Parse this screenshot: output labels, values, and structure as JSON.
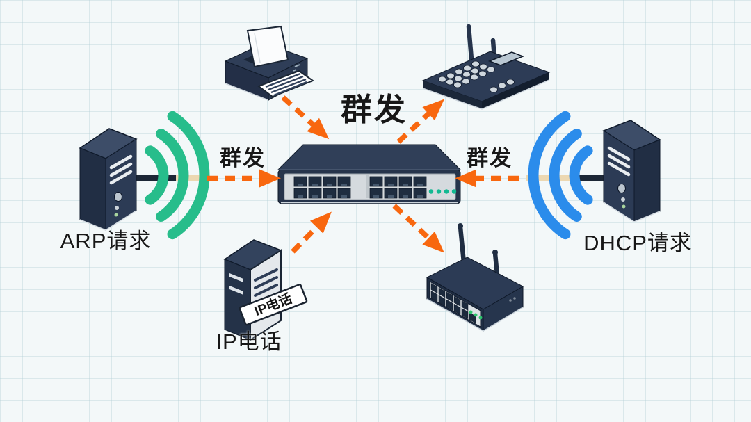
{
  "title": "群发",
  "broadcast_labels": {
    "left": "群发",
    "right": "群发"
  },
  "devices": {
    "printer": {
      "type": "printer"
    },
    "wireless_phone": {
      "type": "wireless-desk-phone"
    },
    "switch": {
      "type": "ethernet-switch-16-port",
      "led_count": 4
    },
    "arp_server": {
      "label": "ARP请求",
      "type": "server-tower",
      "wave": "green"
    },
    "dhcp_server": {
      "label": "DHCP请求",
      "type": "server-tower",
      "wave": "blue"
    },
    "ip_phone": {
      "label": "IP电话",
      "badge": "IP电话",
      "type": "tower"
    },
    "router": {
      "type": "wireless-router",
      "led_count": 3
    }
  },
  "flows": [
    {
      "from": "printer",
      "to": "switch",
      "style": "dashed-orange"
    },
    {
      "from": "switch",
      "to": "wireless_phone",
      "style": "dashed-orange"
    },
    {
      "from": "arp_server",
      "to": "switch",
      "style": "dashed-orange",
      "label": "群发"
    },
    {
      "from": "dhcp_server",
      "to": "switch",
      "style": "dashed-orange",
      "label": "群发"
    },
    {
      "from": "ip_phone",
      "to": "switch",
      "style": "dashed-orange"
    },
    {
      "from": "switch",
      "to": "router",
      "style": "dashed-orange"
    }
  ],
  "colors": {
    "background": "#f3f8f9",
    "grid": "#cfe2e7",
    "arrow_orange": "#f8670f",
    "wave_green": "#27bd8b",
    "wave_blue": "#2b8ceb",
    "device_navy": "#2c3b54",
    "cable_tan": "#ecd8b2",
    "cable_black": "#1c2736",
    "switch_led_teal": "#12b992",
    "router_led_green": "#2ec46e"
  }
}
